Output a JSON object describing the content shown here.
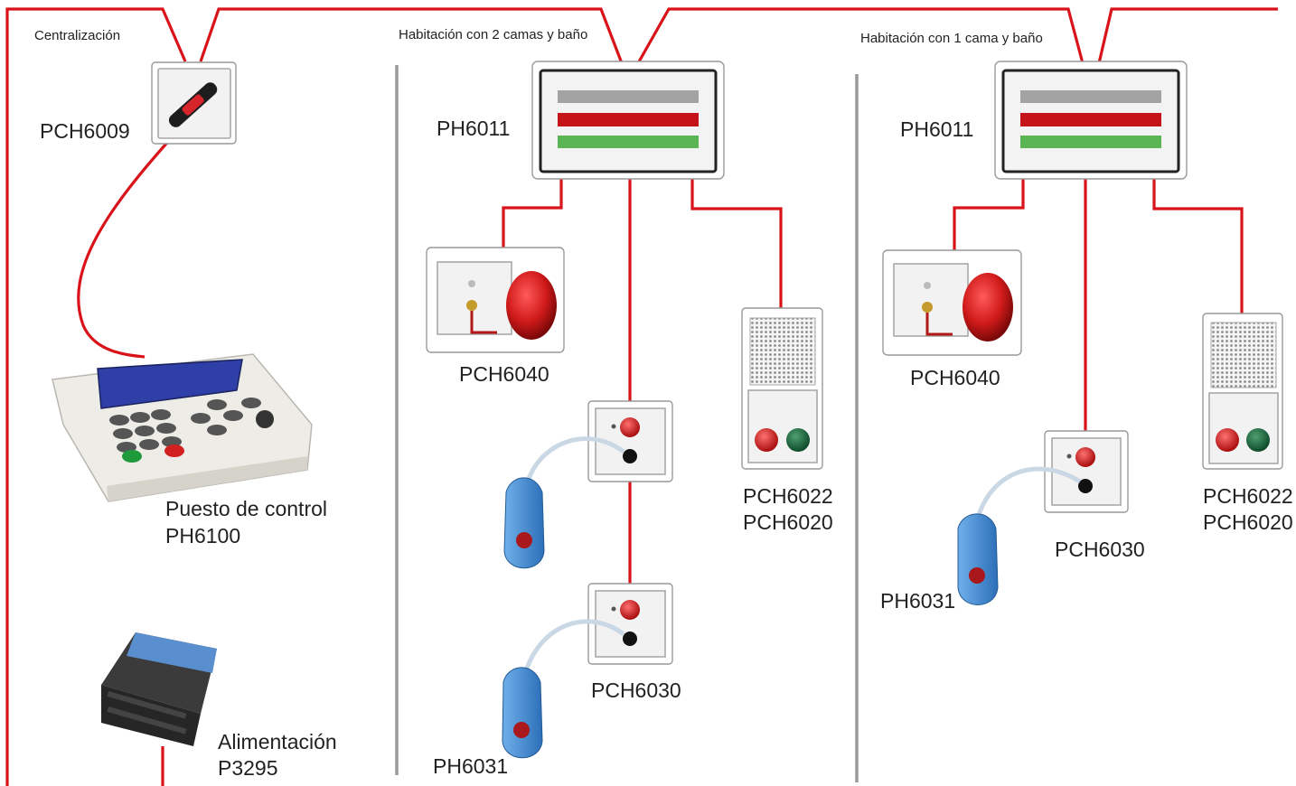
{
  "sections": {
    "centralizacion": "Centralización",
    "room2": "Habitación con 2 camas y baño",
    "room1": "Habitación con 1 cama y baño"
  },
  "devices": {
    "pch6009": "PCH6009",
    "control_line1": "Puesto de control",
    "control_line2": "PH6100",
    "power_line1": "Alimentación",
    "power_line2": "P3295",
    "room2_panel": "PH6011",
    "room2_pull": "PCH6040",
    "room2_speaker_a": "PCH6022",
    "room2_speaker_b": "PCH6020",
    "room2_bed_unit": "PCH6030",
    "room2_pendant": "PH6031",
    "room1_panel": "PH6011",
    "room1_pull": "PCH6040",
    "room1_speaker_a": "PCH6022",
    "room1_speaker_b": "PCH6020",
    "room1_bed_unit": "PCH6030",
    "room1_pendant": "PH6031"
  },
  "colors": {
    "wire": "#d9131a",
    "divider": "#9a9a9a",
    "lamp_gray": "#a3a3a3",
    "lamp_red": "#c4141a",
    "lamp_green": "#5bb554",
    "lcd": "#2f3fa8",
    "pendant": "#3d86cf"
  }
}
